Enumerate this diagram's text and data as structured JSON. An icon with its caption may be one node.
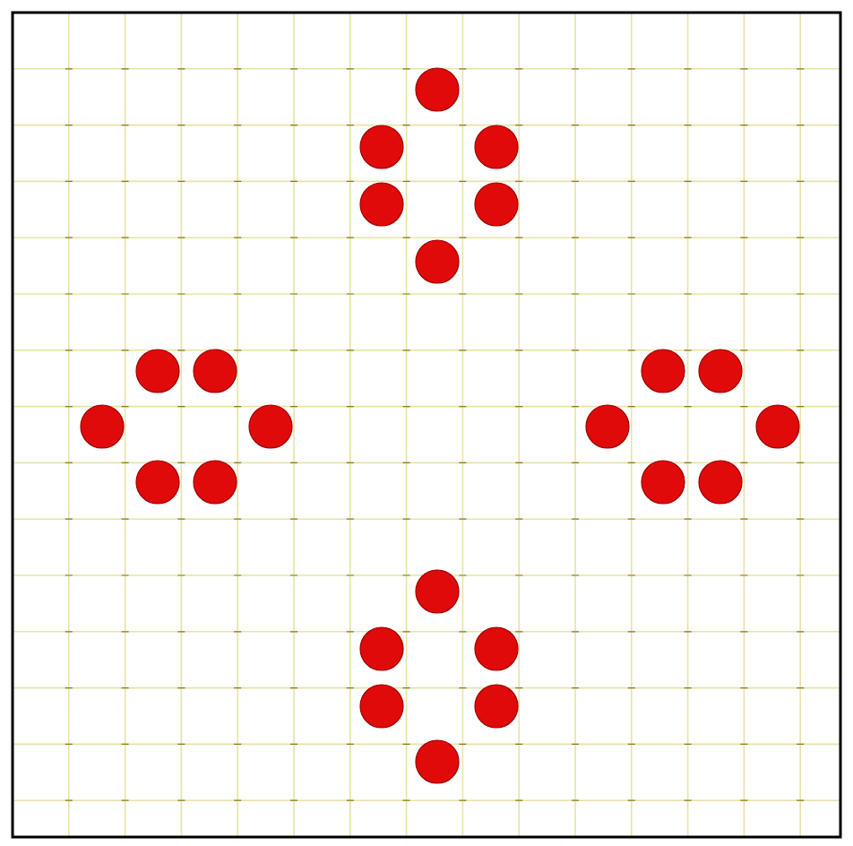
{
  "diagram": {
    "nodes": [
      {
        "text": [],
        "shape": "circle"
      },
      {
        "text": [],
        "shape": "circle"
      },
      {
        "text": [],
        "shape": "circle"
      },
      {
        "text": [],
        "shape": "circle"
      },
      {
        "text": [],
        "shape": "circle"
      },
      {
        "text": [],
        "shape": "circle"
      },
      {
        "text": [],
        "shape": "circle"
      },
      {
        "text": [],
        "shape": "circle"
      },
      {
        "text": [],
        "shape": "circle"
      },
      {
        "text": [],
        "shape": "circle"
      },
      {
        "text": [],
        "shape": "circle"
      },
      {
        "text": [],
        "shape": "circle"
      },
      {
        "text": [],
        "shape": "circle"
      },
      {
        "text": [],
        "shape": "circle"
      },
      {
        "text": [],
        "shape": "circle"
      },
      {
        "text": [],
        "shape": "circle"
      },
      {
        "text": [],
        "shape": "circle"
      },
      {
        "text": [],
        "shape": "circle"
      },
      {
        "text": [],
        "shape": "circle"
      },
      {
        "text": [],
        "shape": "circle"
      },
      {
        "text": [],
        "shape": "circle"
      },
      {
        "text": [],
        "shape": "circle"
      },
      {
        "text": [],
        "shape": "circle"
      },
      {
        "text": [],
        "shape": "circle"
      }
    ]
  }
}
